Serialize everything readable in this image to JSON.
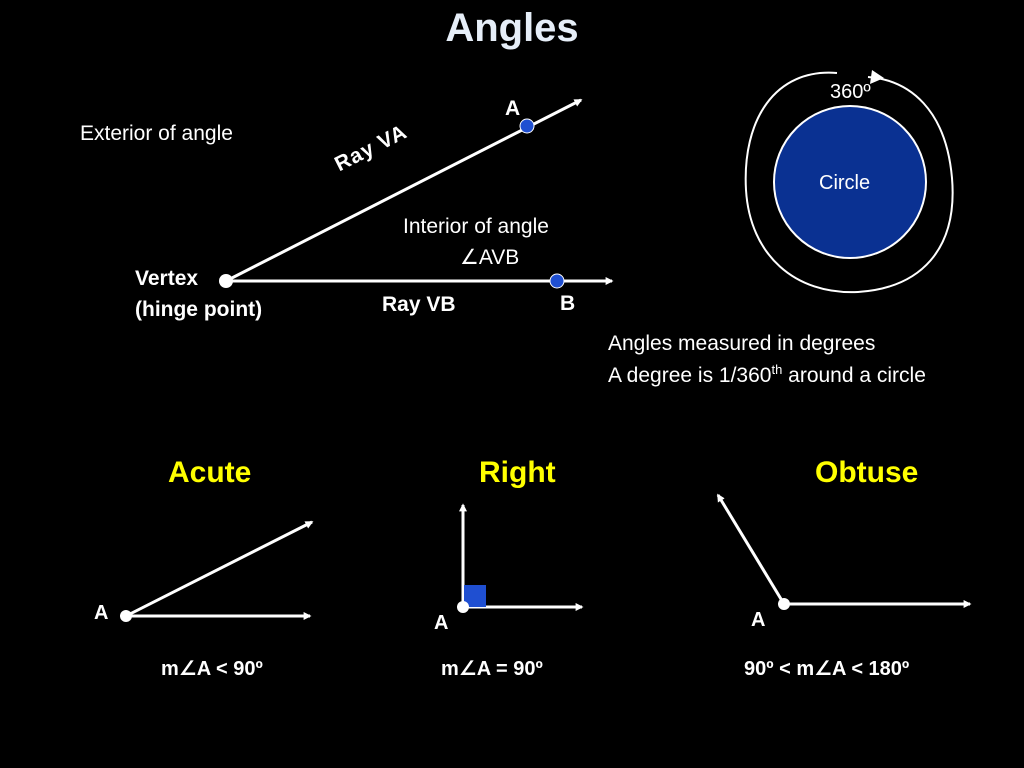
{
  "title": "Angles",
  "main_figure": {
    "exterior_label": "Exterior of angle",
    "point_a_label": "A",
    "point_b_label": "B",
    "ray_va_label": "Ray VA",
    "ray_vb_label": "Ray VB",
    "interior_label_line1": "Interior of angle",
    "interior_label_line2": "∠AVB",
    "vertex_label_line1": "Vertex",
    "vertex_label_line2": "(hinge point)"
  },
  "circle_figure": {
    "degrees_label": "360º",
    "circle_label": "Circle",
    "fill_color": "#0a3192"
  },
  "notes": {
    "line1": "Angles measured in degrees",
    "line2_prefix": "A degree is 1/360",
    "line2_sup": "th",
    "line2_suffix": " around a circle"
  },
  "angle_types": [
    {
      "name": "Acute",
      "vertex_label": "A",
      "measure": "m∠A < 90º"
    },
    {
      "name": "Right",
      "vertex_label": "A",
      "measure": "m∠A = 90º"
    },
    {
      "name": "Obtuse",
      "vertex_label": "A",
      "measure": "90º < m∠A < 180º"
    }
  ],
  "colors": {
    "background": "#000000",
    "point_fill": "#1f4fd1",
    "heading_color": "#ffff00",
    "right_angle_marker": "#1f4fd1"
  }
}
